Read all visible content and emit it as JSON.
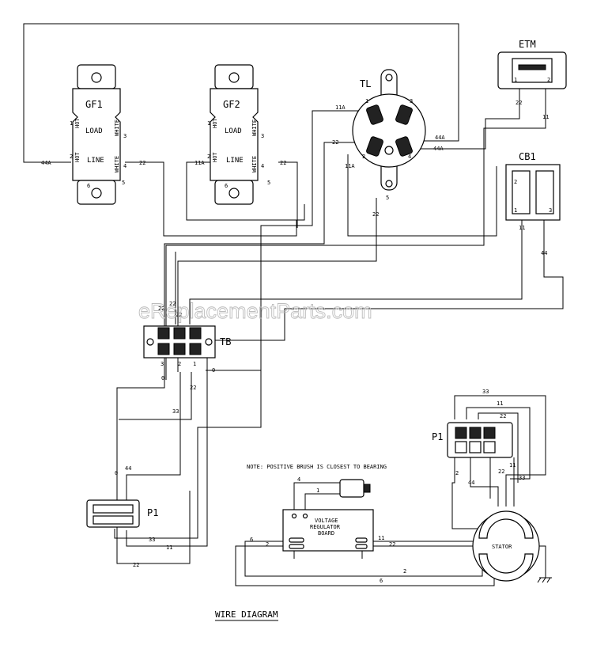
{
  "title": "WIRE DIAGRAM",
  "watermark": "eReplacementParts.com",
  "note": "NOTE: POSITIVE BRUSH IS CLOSEST TO BEARING",
  "components": {
    "gf1": {
      "name": "GF1",
      "load": "LOAD",
      "line": "LINE",
      "hot": "HOT",
      "white": "WHITE",
      "t1": "1",
      "t2": "2",
      "t3": "3",
      "t4": "4",
      "t5": "5",
      "t6": "6"
    },
    "gf2": {
      "name": "GF2",
      "load": "LOAD",
      "line": "LINE",
      "hot": "HOT",
      "white": "WHITE",
      "t1": "1",
      "t2": "2",
      "t3": "3",
      "t4": "4",
      "t5": "5",
      "t6": "6"
    },
    "tl": {
      "name": "TL",
      "t1": "1",
      "t2": "2",
      "t3": "3",
      "t4": "4",
      "t5": "5"
    },
    "etm": {
      "name": "ETM",
      "t1": "1",
      "t2": "2"
    },
    "cb1": {
      "name": "CB1",
      "t1": "1",
      "t2": "2",
      "t3": "3"
    },
    "tb": {
      "name": "TB",
      "t1": "1",
      "t2": "2",
      "t3": "3"
    },
    "p1_left": {
      "name": "P1"
    },
    "p1_right": {
      "name": "P1"
    },
    "vrb": {
      "line1": "VOLTAGE",
      "line2": "REGULATOR",
      "line3": "BOARD"
    },
    "stator": {
      "name": "STATOR"
    }
  },
  "wires": {
    "w44A": "44A",
    "w22": "22",
    "w11A": "11A",
    "w11": "11",
    "w44": "44",
    "w0": "0",
    "w33": "33",
    "w2": "2",
    "w6": "6",
    "w4": "4",
    "w1": "1"
  }
}
